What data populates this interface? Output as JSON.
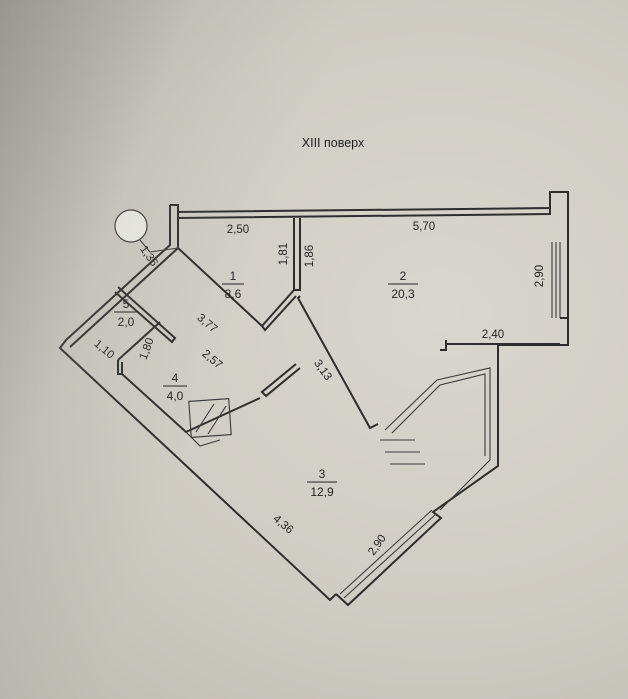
{
  "floor_title": "XIII поверх",
  "rooms": [
    {
      "number": "1",
      "area": "8,6"
    },
    {
      "number": "2",
      "area": "20,3"
    },
    {
      "number": "3",
      "area": "12,9"
    },
    {
      "number": "4",
      "area": "4,0"
    },
    {
      "number": "5",
      "area": "2,0"
    }
  ],
  "dimensions": {
    "room1_top": "2,50",
    "room1_right": "1,81",
    "room2_left": "1,86",
    "room2_top": "5,70",
    "room2_right": "2,90",
    "room2_bottom": "2,40",
    "corridor_diag": "3,13",
    "vestibule": "1,36",
    "room5_side": "1,10",
    "room4_side": "1,80",
    "room1_diag": "3,77",
    "room4_diag": "2,57",
    "room3_left": "4,36",
    "room3_bottom": "2,90"
  }
}
